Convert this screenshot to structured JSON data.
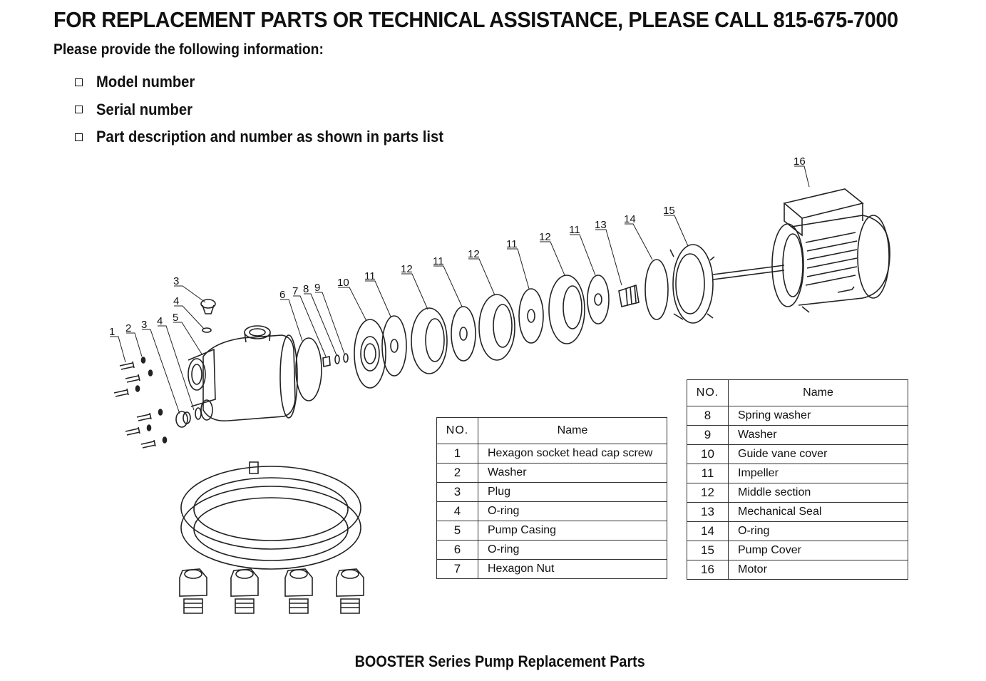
{
  "heading": "FOR REPLACEMENT PARTS OR TECHNICAL ASSISTANCE, PLEASE CALL 815-675-7000",
  "intro": "Please provide the following information:",
  "checklist": [
    "Model number",
    "Serial number",
    "Part description and number as shown in parts list"
  ],
  "callouts": [
    "1",
    "2",
    "3",
    "4",
    "3",
    "4",
    "5",
    "6",
    "7",
    "8",
    "9",
    "10",
    "11",
    "12",
    "11",
    "12",
    "11",
    "12",
    "11",
    "13",
    "14",
    "15",
    "16"
  ],
  "table_a": {
    "headers": [
      "NO.",
      "Name"
    ],
    "rows": [
      [
        "1",
        "Hexagon socket head cap screw"
      ],
      [
        "2",
        "Washer"
      ],
      [
        "3",
        "Plug"
      ],
      [
        "4",
        "O-ring"
      ],
      [
        "5",
        "Pump Casing"
      ],
      [
        "6",
        "O-ring"
      ],
      [
        "7",
        "Hexagon Nut"
      ]
    ]
  },
  "table_b": {
    "headers": [
      "NO.",
      "Name"
    ],
    "rows": [
      [
        "8",
        "Spring washer"
      ],
      [
        "9",
        "Washer"
      ],
      [
        "10",
        "Guide vane cover"
      ],
      [
        "11",
        "Impeller"
      ],
      [
        "12",
        "Middle section"
      ],
      [
        "13",
        "Mechanical Seal"
      ],
      [
        "14",
        "O-ring"
      ],
      [
        "15",
        "Pump Cover"
      ],
      [
        "16",
        "Motor"
      ]
    ]
  },
  "caption": "BOOSTER Series Pump Replacement Parts"
}
